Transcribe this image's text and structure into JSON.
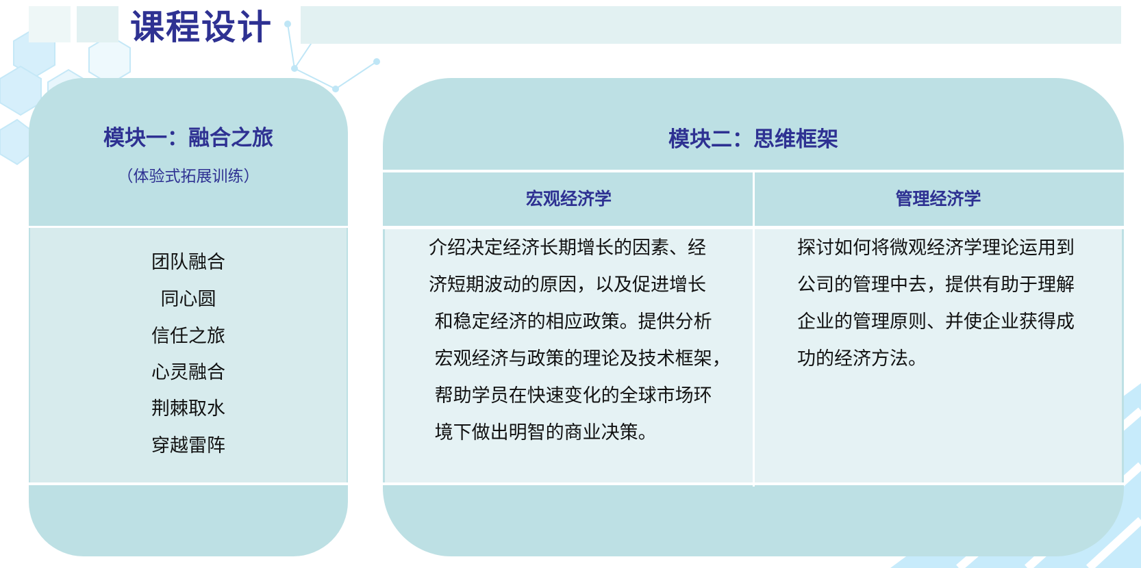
{
  "title": "课程设计",
  "module1": {
    "title": "模块一：融合之旅",
    "subtitle": "（体验式拓展训练）",
    "items": [
      "团队融合",
      "同心圆",
      "信任之旅",
      "心灵融合",
      "荆棘取水",
      "穿越雷阵"
    ]
  },
  "module2": {
    "title": "模块二：思维框架",
    "columns": [
      {
        "heading": "宏观经济学",
        "lines": [
          "介绍决定经济长期增长的因素、经",
          "济短期波动的原因，以及促进增长",
          " 和稳定经济的相应政策。提供分析",
          " 宏观经济与政策的理论及技术框架，",
          " 帮助学员在快速变化的全球市场环",
          " 境下做出明智的商业决策。"
        ]
      },
      {
        "heading": "管理经济学",
        "lines": [
          "探讨如何将微观经济学理论运用到",
          "公司的管理中去，提供有助于理解",
          "企业的管理原则、并使企业获得成",
          "功的经济方法。"
        ]
      }
    ]
  },
  "colors": {
    "title": "#2e3192",
    "card": "#bde0e4",
    "cell": "#e5f2f4"
  }
}
